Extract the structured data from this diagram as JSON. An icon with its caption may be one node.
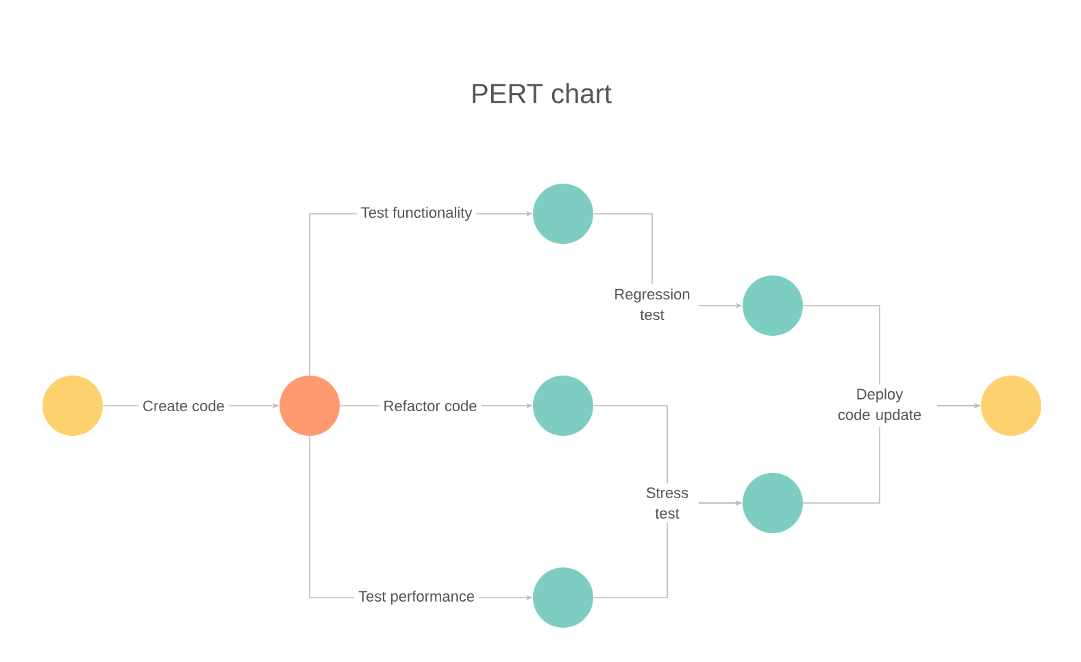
{
  "diagram": {
    "title": "PERT chart",
    "nodes": [
      {
        "text": [],
        "shape": "circle"
      },
      {
        "text": [],
        "shape": "circle"
      },
      {
        "text": [],
        "shape": "circle"
      },
      {
        "text": [],
        "shape": "circle"
      },
      {
        "text": [],
        "shape": "circle"
      },
      {
        "text": [],
        "shape": "circle"
      },
      {
        "text": [],
        "shape": "circle"
      },
      {
        "text": [],
        "shape": "circle"
      }
    ],
    "edges": [
      {
        "from": 0,
        "to": 1,
        "arrow": "to",
        "label": "Create code"
      },
      {
        "from": 1,
        "to": 2,
        "arrow": "to",
        "label": "Test functionality"
      },
      {
        "from": 1,
        "to": 3,
        "arrow": "to",
        "label": "Refactor code"
      },
      {
        "from": 1,
        "to": 4,
        "arrow": "to",
        "label": "Test performance"
      },
      {
        "from": 2,
        "to": 5,
        "arrow": "to",
        "label": "Regression test"
      },
      {
        "from": 3,
        "to": 6,
        "arrow": "to",
        "label": "Stress test"
      },
      {
        "from": 4,
        "to": 6,
        "arrow": "to"
      },
      {
        "from": 5,
        "to": 7,
        "arrow": "to",
        "label": "Deploy code update"
      },
      {
        "from": 6,
        "to": 7,
        "arrow": "to"
      }
    ]
  }
}
